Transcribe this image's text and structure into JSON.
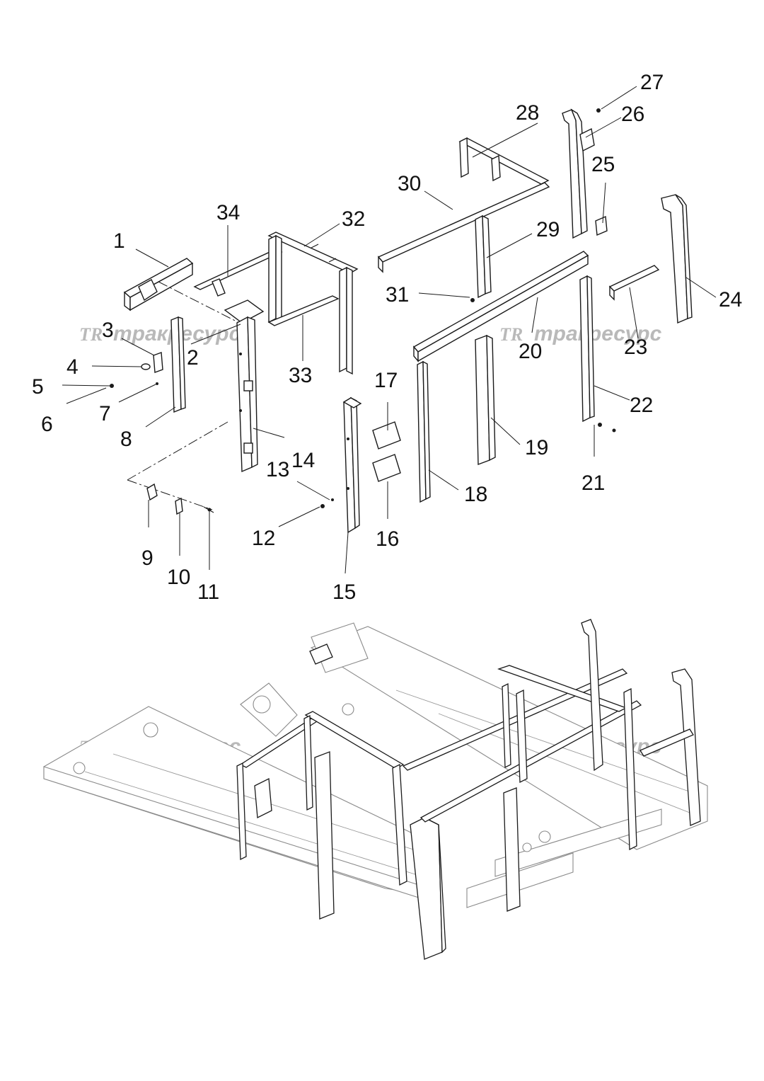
{
  "watermark": {
    "logo": "TR",
    "text": "тракресурс"
  },
  "callouts": [
    {
      "id": "1",
      "label": "1"
    },
    {
      "id": "2",
      "label": "2"
    },
    {
      "id": "3",
      "label": "3"
    },
    {
      "id": "4",
      "label": "4"
    },
    {
      "id": "5",
      "label": "5"
    },
    {
      "id": "6",
      "label": "6"
    },
    {
      "id": "7",
      "label": "7"
    },
    {
      "id": "8",
      "label": "8"
    },
    {
      "id": "9",
      "label": "9"
    },
    {
      "id": "10",
      "label": "10"
    },
    {
      "id": "11",
      "label": "11"
    },
    {
      "id": "12",
      "label": "12"
    },
    {
      "id": "13",
      "label": "13"
    },
    {
      "id": "14",
      "label": "14"
    },
    {
      "id": "15",
      "label": "15"
    },
    {
      "id": "16",
      "label": "16"
    },
    {
      "id": "17",
      "label": "17"
    },
    {
      "id": "18",
      "label": "18"
    },
    {
      "id": "19",
      "label": "19"
    },
    {
      "id": "20",
      "label": "20"
    },
    {
      "id": "21",
      "label": "21"
    },
    {
      "id": "22",
      "label": "22"
    },
    {
      "id": "23",
      "label": "23"
    },
    {
      "id": "24",
      "label": "24"
    },
    {
      "id": "25",
      "label": "25"
    },
    {
      "id": "26",
      "label": "26"
    },
    {
      "id": "27",
      "label": "27"
    },
    {
      "id": "28",
      "label": "28"
    },
    {
      "id": "29",
      "label": "29"
    },
    {
      "id": "30",
      "label": "30"
    },
    {
      "id": "31",
      "label": "31"
    },
    {
      "id": "32",
      "label": "32"
    },
    {
      "id": "33",
      "label": "33"
    },
    {
      "id": "34",
      "label": "34"
    }
  ]
}
